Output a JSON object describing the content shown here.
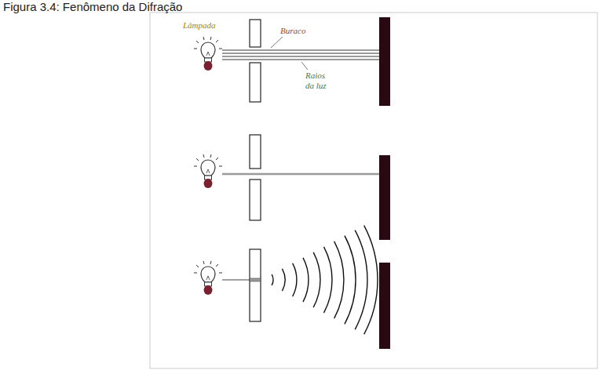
{
  "diagram": {
    "title": "Figura 3.4: Fenômeno da Difração",
    "labels": [
      "Lâmpada",
      "Buraco",
      "Raios da luz"
    ]
  }
}
